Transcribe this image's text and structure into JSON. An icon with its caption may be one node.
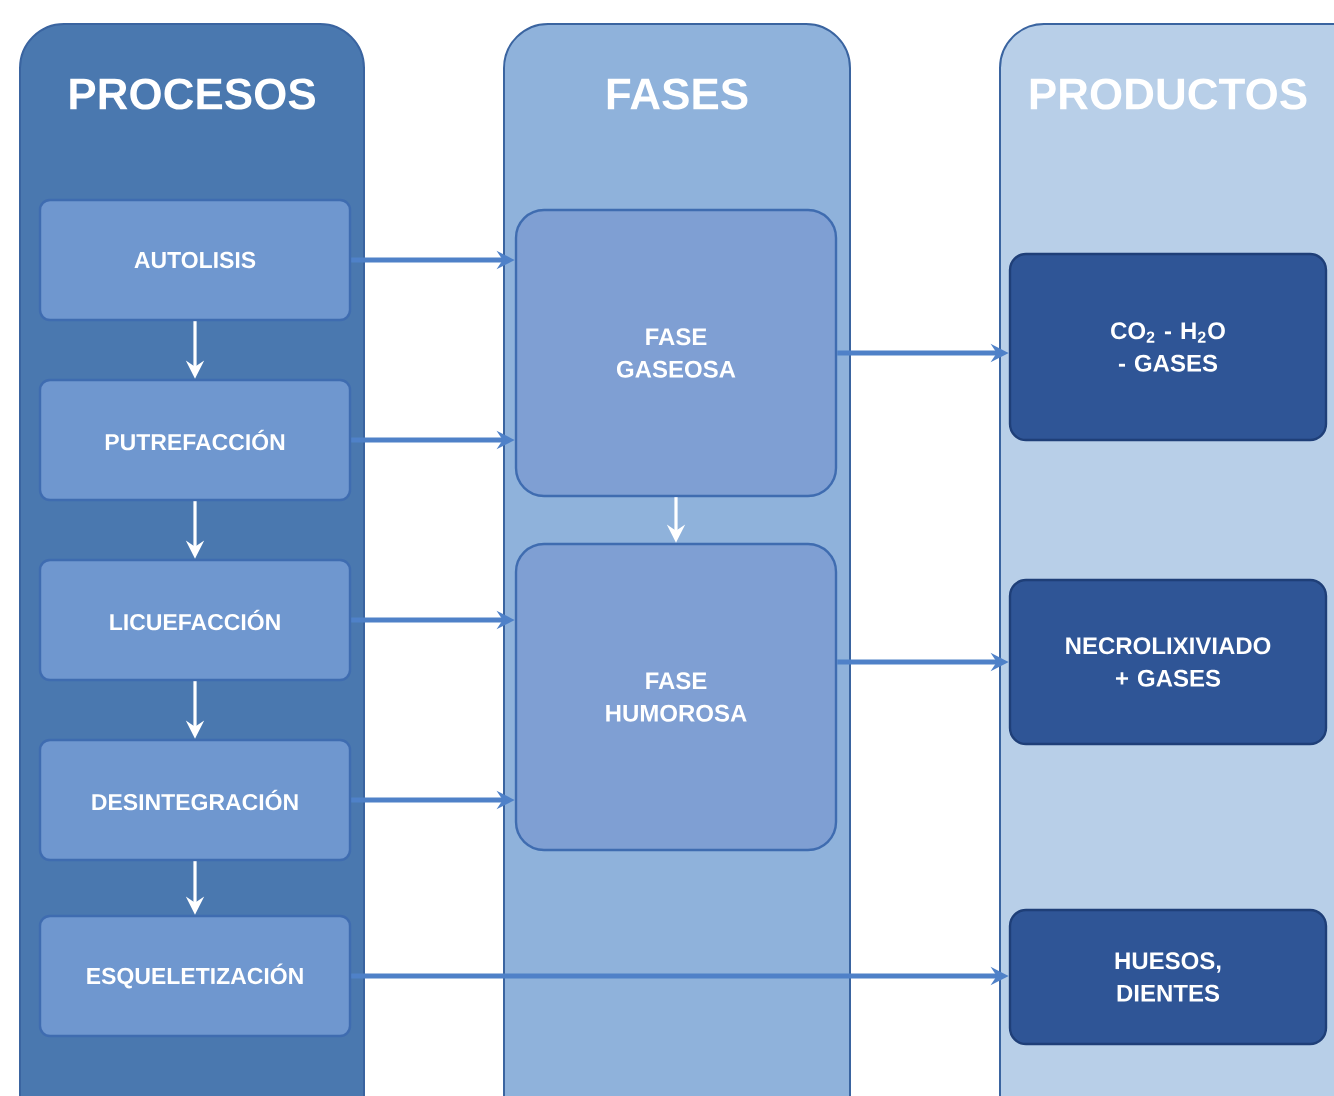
{
  "diagram": {
    "nodes": [
      {
        "text": [
          "PROCESOS"
        ]
      },
      {
        "text": [
          "AUTOLISIS"
        ],
        "in": 0
      },
      {
        "text": [
          "PUTREFACCIÓN"
        ],
        "in": 0
      },
      {
        "text": [
          "LICUEFACCIÓN"
        ],
        "in": 0
      },
      {
        "text": [
          "DESINTEGRACIÓN"
        ],
        "in": 0
      },
      {
        "text": [
          "ESQUELETIZACIÓN"
        ],
        "in": 0
      },
      {
        "text": [
          "FASES"
        ]
      },
      {
        "text": [
          "FASE GASEOSA"
        ],
        "in": 6
      },
      {
        "text": [
          "FASE HUMOROSA"
        ],
        "in": 6
      },
      {
        "text": [
          "PRODUCTOS"
        ]
      },
      {
        "text": [
          "CO$_{2}$ - H$_{2}$O - GASES"
        ],
        "in": 9
      },
      {
        "text": [
          "NECROLIXIVIADO + GASES"
        ],
        "in": 9
      },
      {
        "text": [
          "HUESOS, DIENTES"
        ],
        "in": 9
      }
    ],
    "edges": [
      {
        "from": 1,
        "to": 2,
        "arrow": "to",
        "color": "#ffffff"
      },
      {
        "from": 2,
        "to": 3,
        "arrow": "to",
        "color": "#ffffff"
      },
      {
        "from": 3,
        "to": 4,
        "arrow": "to",
        "color": "#ffffff"
      },
      {
        "from": 4,
        "to": 5,
        "arrow": "to",
        "color": "#ffffff"
      },
      {
        "from": 1,
        "to": 7,
        "arrow": "to",
        "color": "#4f81c8"
      },
      {
        "from": 2,
        "to": 7,
        "arrow": "to",
        "color": "#4f81c8"
      },
      {
        "from": 3,
        "to": 8,
        "arrow": "to",
        "color": "#4f81c8"
      },
      {
        "from": 4,
        "to": 8,
        "arrow": "to",
        "color": "#4f81c8"
      },
      {
        "from": 5,
        "to": 12,
        "arrow": "to",
        "color": "#4f81c8"
      },
      {
        "from": 7,
        "to": 8,
        "arrow": "to",
        "color": "#ffffff"
      },
      {
        "from": 7,
        "to": 10,
        "arrow": "to",
        "color": "#4f81c8"
      },
      {
        "from": 8,
        "to": 11,
        "arrow": "to",
        "color": "#4f81c8"
      }
    ]
  }
}
